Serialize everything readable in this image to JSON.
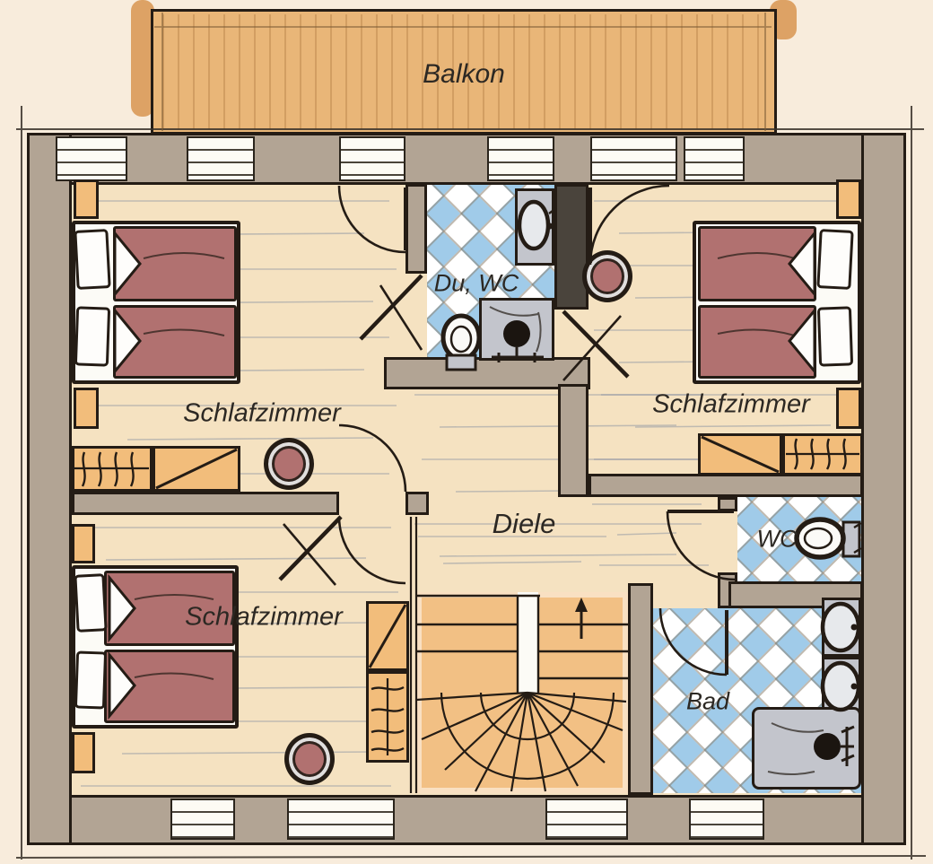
{
  "labels": {
    "balcony": "Balkon",
    "bedroom_top_left": "Schlafzimmer",
    "bedroom_top_right": "Schlafzimmer",
    "bedroom_bottom_left": "Schlafzimmer",
    "shower_wc": "Du, WC",
    "hall": "Diele",
    "wc": "WC",
    "bath": "Bad"
  },
  "colors": {
    "background": "#f8ecdc",
    "wood_floor": "#f5e2c1",
    "balcony_deck": "#e9b678",
    "wall_fill": "#b2a494",
    "outline": "#241c15",
    "bed_mauve": "#b17170",
    "furniture_orange": "#f2bd7b",
    "tile_blue": "#a0cbe9",
    "fixture_gray": "#c3c5cc",
    "stair_tread": "#f2c084"
  }
}
